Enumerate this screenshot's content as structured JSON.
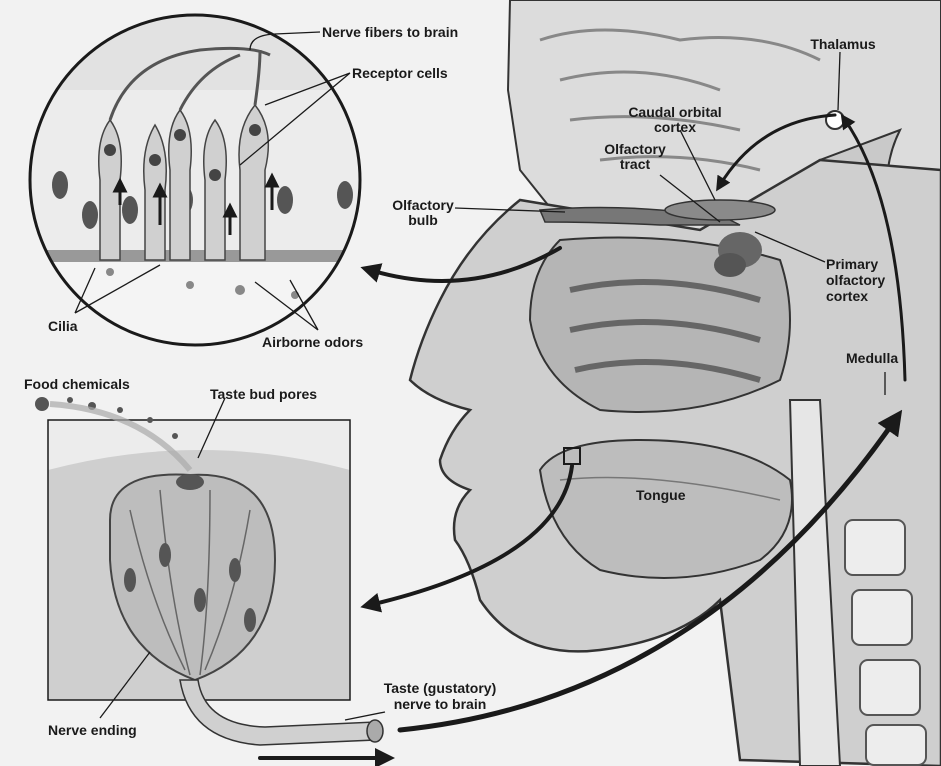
{
  "labels": {
    "nerve_fibers": "Nerve fibers to brain",
    "receptor_cells": "Receptor cells",
    "thalamus": "Thalamus",
    "caudal_orbital_1": "Caudal orbital",
    "caudal_orbital_2": "cortex",
    "olfactory_tract_1": "Olfactory",
    "olfactory_tract_2": "tract",
    "olfactory_bulb_1": "Olfactory",
    "olfactory_bulb_2": "bulb",
    "primary_olfactory_1": "Primary",
    "primary_olfactory_2": "olfactory",
    "primary_olfactory_3": "cortex",
    "cilia": "Cilia",
    "airborne_odors": "Airborne odors",
    "medulla": "Medulla",
    "food_chemicals": "Food chemicals",
    "taste_bud_pores": "Taste bud pores",
    "tongue": "Tongue",
    "taste_nerve_1": "Taste (gustatory)",
    "taste_nerve_2": "nerve to brain",
    "nerve_ending": "Nerve ending"
  },
  "colors": {
    "background": "#f2f2f2",
    "line": "#1a1a1a",
    "tissue_light": "#d9d9d9",
    "tissue_mid": "#a8a8a8",
    "tissue_dark": "#555555"
  }
}
